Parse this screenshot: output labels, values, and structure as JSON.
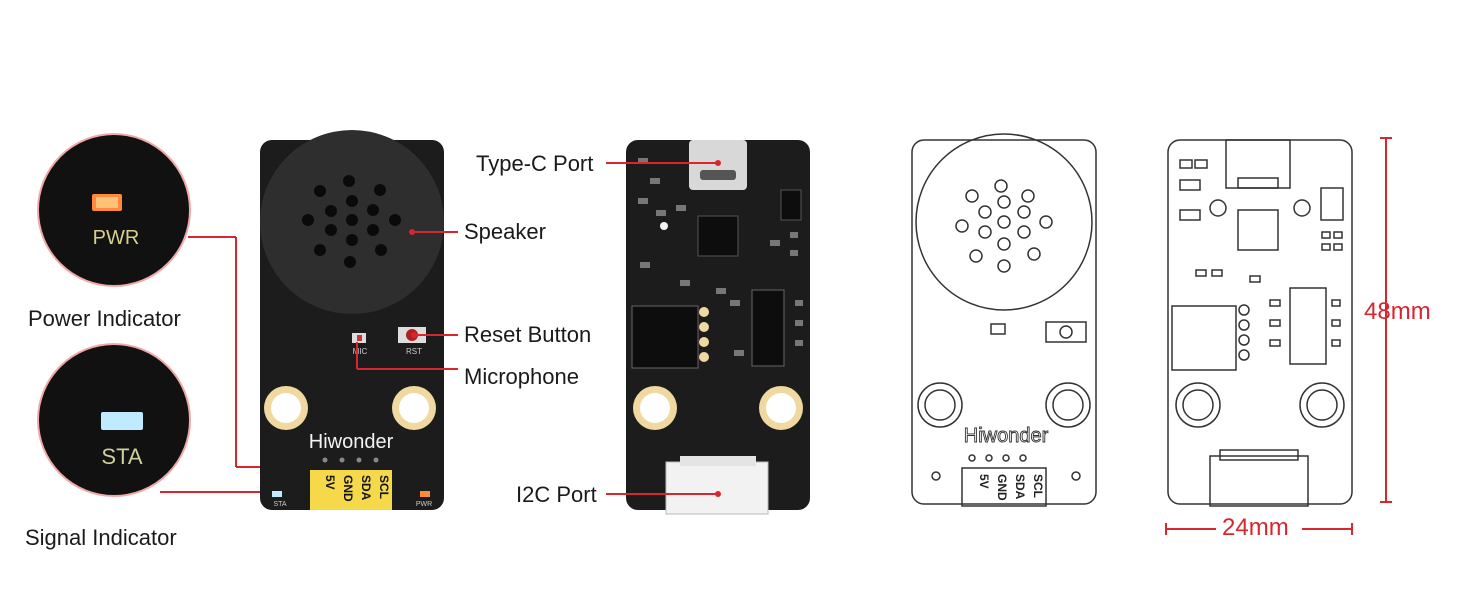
{
  "callouts": {
    "power_indicator": "Power Indicator",
    "signal_indicator": "Signal Indicator",
    "speaker": "Speaker",
    "reset_button": "Reset Button",
    "microphone": "Microphone",
    "type_c_port": "Type-C Port",
    "i2c_port": "I2C Port"
  },
  "zoom_labels": {
    "pwr": "PWR",
    "sta": "STA"
  },
  "silkscreen": {
    "brand": "Hiwonder",
    "mic": "MIC",
    "rst": "RST",
    "sta": "STA",
    "pwr": "PWR",
    "pins": [
      "SCL",
      "SDA",
      "GND",
      "5V"
    ]
  },
  "dimensions": {
    "height": "48mm",
    "width": "24mm"
  },
  "colors": {
    "accent": "#d8262e",
    "board": "#1c1c1c",
    "pin_label": "#f5d94a"
  }
}
